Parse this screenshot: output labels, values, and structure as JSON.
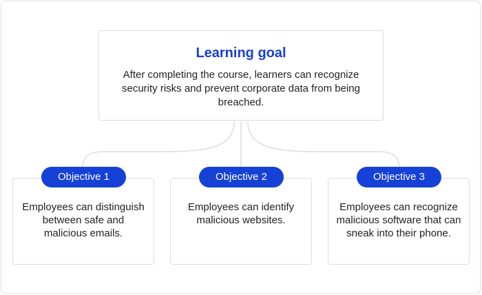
{
  "goal": {
    "title": "Learning goal",
    "text": "After completing the course, learners can recognize security risks and prevent corporate data from being breached."
  },
  "objectives": [
    {
      "label": "Objective 1",
      "text": "Employees can distinguish between safe and malicious emails."
    },
    {
      "label": "Objective 2",
      "text": "Employees can identify malicious websites."
    },
    {
      "label": "Objective 3",
      "text": "Employees can recognize malicious software that can sneak into their phone."
    }
  ],
  "colors": {
    "accent": "#1541d6",
    "title": "#1a3fd4",
    "border": "#dcdcdc",
    "connector": "#dcdcdc"
  }
}
